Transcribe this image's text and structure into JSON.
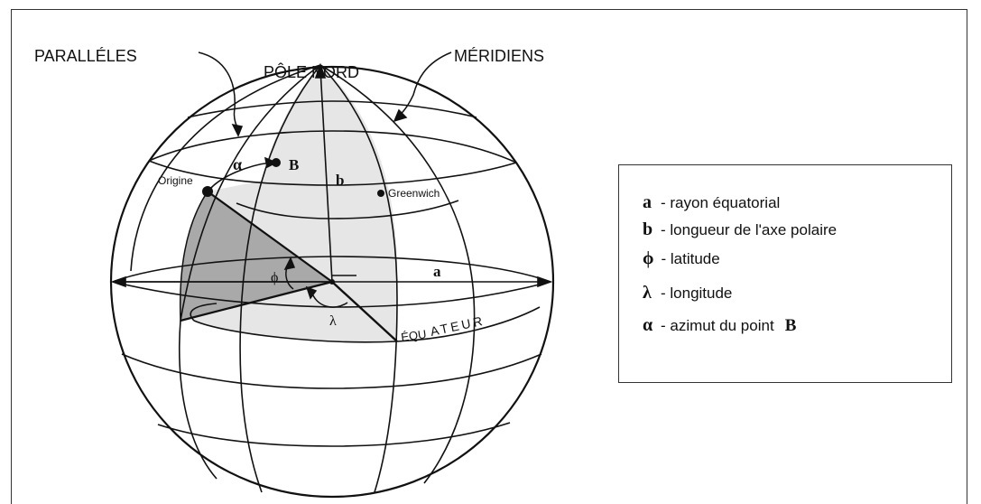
{
  "labels": {
    "paralleles": "PARALLÉLES",
    "pole_nord": "PÔLE NORD",
    "meridiens": "MÉRIDIENS",
    "origine": "Origine",
    "greenwich": "Greenwich",
    "point_b": "B",
    "axis_b": "b",
    "axis_a": "a",
    "alpha": "α",
    "phi": "ϕ",
    "lambda": "λ",
    "equateur_1": "ÉQU",
    "equateur_2": "ATEUR"
  },
  "legend": {
    "items": [
      {
        "symbol": "a",
        "text": "- rayon équatorial"
      },
      {
        "symbol": "b",
        "text": "- longueur de l'axe polaire"
      },
      {
        "symbol": "ϕ",
        "text": "- latitude"
      },
      {
        "symbol": "λ",
        "text": "- longitude"
      },
      {
        "symbol": "α",
        "text": "- azimut du point",
        "suffix": "B"
      }
    ]
  },
  "colors": {
    "shade_light": "#e6e6e6",
    "shade_dark": "#a9a9a9",
    "line": "#111111"
  }
}
